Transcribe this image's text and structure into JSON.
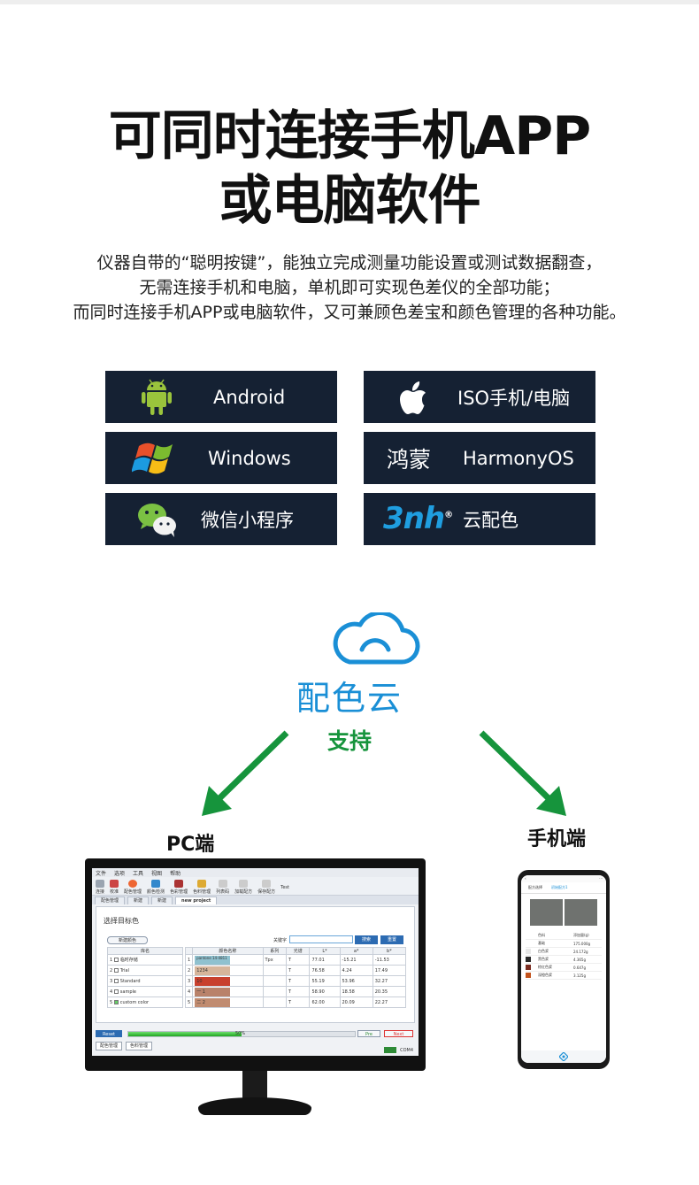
{
  "heading": {
    "line1": "可同时连接手机APP",
    "line2": "或电脑软件"
  },
  "description": {
    "line1": "仪器自带的“聪明按键”，能独立完成测量功能设置或测试数据翻查，",
    "line2": "无需连接手机和电脑，单机即可实现色差仪的全部功能；",
    "line3": "而同时连接手机APP或电脑软件，又可兼顾色差宝和颜色管理的各种功能。"
  },
  "platforms": {
    "android": "Android",
    "ios": "ISO手机/电脑",
    "windows": "Windows",
    "harmony_cn": "鸿蒙",
    "harmony_en": "HarmonyOS",
    "wechat": "微信小程序",
    "brand_3nh": "3nh",
    "brand_3nh_mark": "®",
    "cloud_color": "云配色"
  },
  "cloud": {
    "name": "配色云",
    "support": "支持"
  },
  "labels": {
    "pc": "PC端",
    "phone": "手机端"
  },
  "colors": {
    "panel_bg": "#152133",
    "cloud_blue": "#1a8fd6",
    "arrow_green": "#16943c"
  },
  "pc_app": {
    "menu": [
      "文件",
      "选项",
      "工具",
      "视图",
      "帮助"
    ],
    "toolbar": [
      "连接",
      "校准",
      "配色管理",
      "颜色检测",
      "色彩管理",
      "色料管理",
      "列表码",
      "加载配方",
      "保存配方",
      "Test"
    ],
    "tabs": [
      "配色管理",
      "新建",
      "新建",
      "new project"
    ],
    "section_title": "选择目标色",
    "new_color_button": "新建颜色",
    "keyword_label": "关键字",
    "search_button": "搜索",
    "reset_button": "重置",
    "left_header": "库名",
    "left_rows": [
      "临时存储",
      "Trial",
      "Standard",
      "sample",
      "custom color"
    ],
    "right_headers": [
      "颜色名称",
      "系列",
      "光谱",
      "L*",
      "a*",
      "b*"
    ],
    "right_rows": [
      {
        "name": "pantone 14-4811",
        "series": "Tpx",
        "spec": "T",
        "L": "77.01",
        "a": "-15.21",
        "b": "-11.53",
        "color": "#8fc1cf"
      },
      {
        "name": "1234",
        "series": "",
        "spec": "T",
        "L": "76.58",
        "a": "4.24",
        "b": "17.49",
        "color": "#d6b59b"
      },
      {
        "name": "10",
        "series": "",
        "spec": "T",
        "L": "55.19",
        "a": "53.96",
        "b": "32.27",
        "color": "#c8402e"
      },
      {
        "name": "一 1",
        "series": "",
        "spec": "T",
        "L": "58.90",
        "a": "18.58",
        "b": "20.35",
        "color": "#b9826a"
      },
      {
        "name": "二 2",
        "series": "",
        "spec": "T",
        "L": "62.00",
        "a": "20.09",
        "b": "22.27",
        "color": "#c08b70"
      }
    ],
    "reset_small": "Reset",
    "prev_button": "Pre",
    "next_button": "Next",
    "progress_text": "50%",
    "progress": 0.5,
    "bottom_tabs": [
      "配色管理",
      "色料管理"
    ],
    "status_text": "COM4"
  },
  "phone_app": {
    "tabs": [
      "配方选择",
      "初始配方1"
    ],
    "rows": [
      {
        "label": "色料",
        "value": "添加量(g)",
        "color": ""
      },
      {
        "label": "基础",
        "value": "175.000g",
        "color": ""
      },
      {
        "label": "白色浆",
        "value": "24.172g",
        "color": "#e8e8e8"
      },
      {
        "label": "黑色浆",
        "value": "4.365g",
        "color": "#2a2a2a"
      },
      {
        "label": "棕红色浆",
        "value": "0.647g",
        "color": "#7a2c20"
      },
      {
        "label": "深橙色浆",
        "value": "3.125g",
        "color": "#c2521c"
      }
    ]
  }
}
